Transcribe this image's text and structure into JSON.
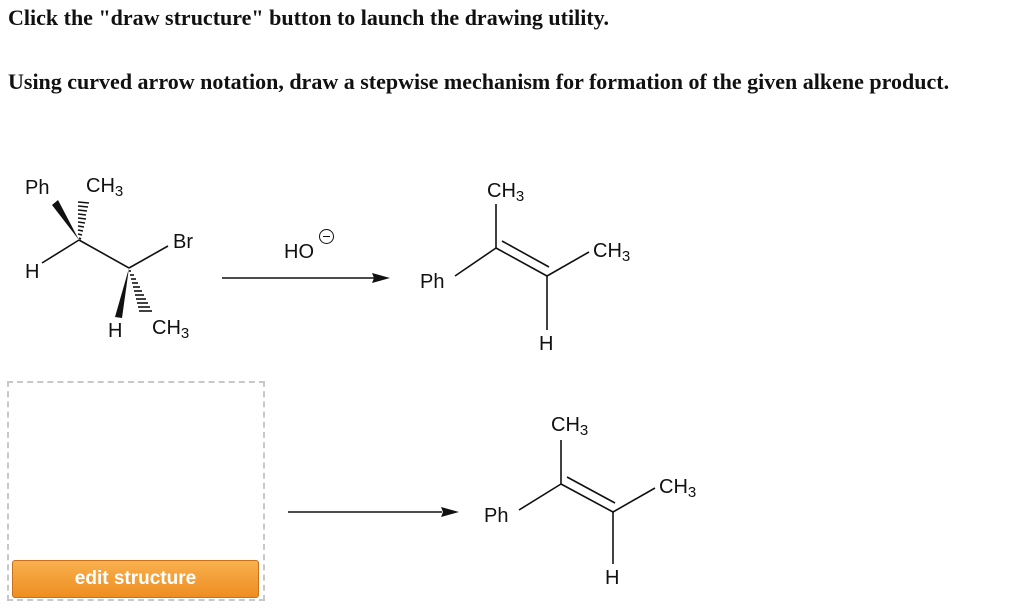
{
  "instructions": {
    "line1": "Click the \"draw structure\" button to launch the drawing utility.",
    "line2": "Using curved arrow notation, draw a stepwise mechanism for formation of the given alkene product."
  },
  "reactant": {
    "ph": "Ph",
    "ch3_top": "CH3",
    "br": "Br",
    "h_left": "H",
    "h_bottom": "H",
    "ch3_bottom": "CH3"
  },
  "reagent": {
    "base": "HO",
    "charge_icon": "minus-circle-icon"
  },
  "product_top": {
    "ch3_top": "CH3",
    "ch3_right": "CH3",
    "ph": "Ph",
    "h": "H"
  },
  "product_bottom": {
    "ch3_top": "CH3",
    "ch3_right": "CH3",
    "ph": "Ph",
    "h": "H"
  },
  "editor": {
    "button_label": "edit structure",
    "button_color": "#ee8e21"
  }
}
